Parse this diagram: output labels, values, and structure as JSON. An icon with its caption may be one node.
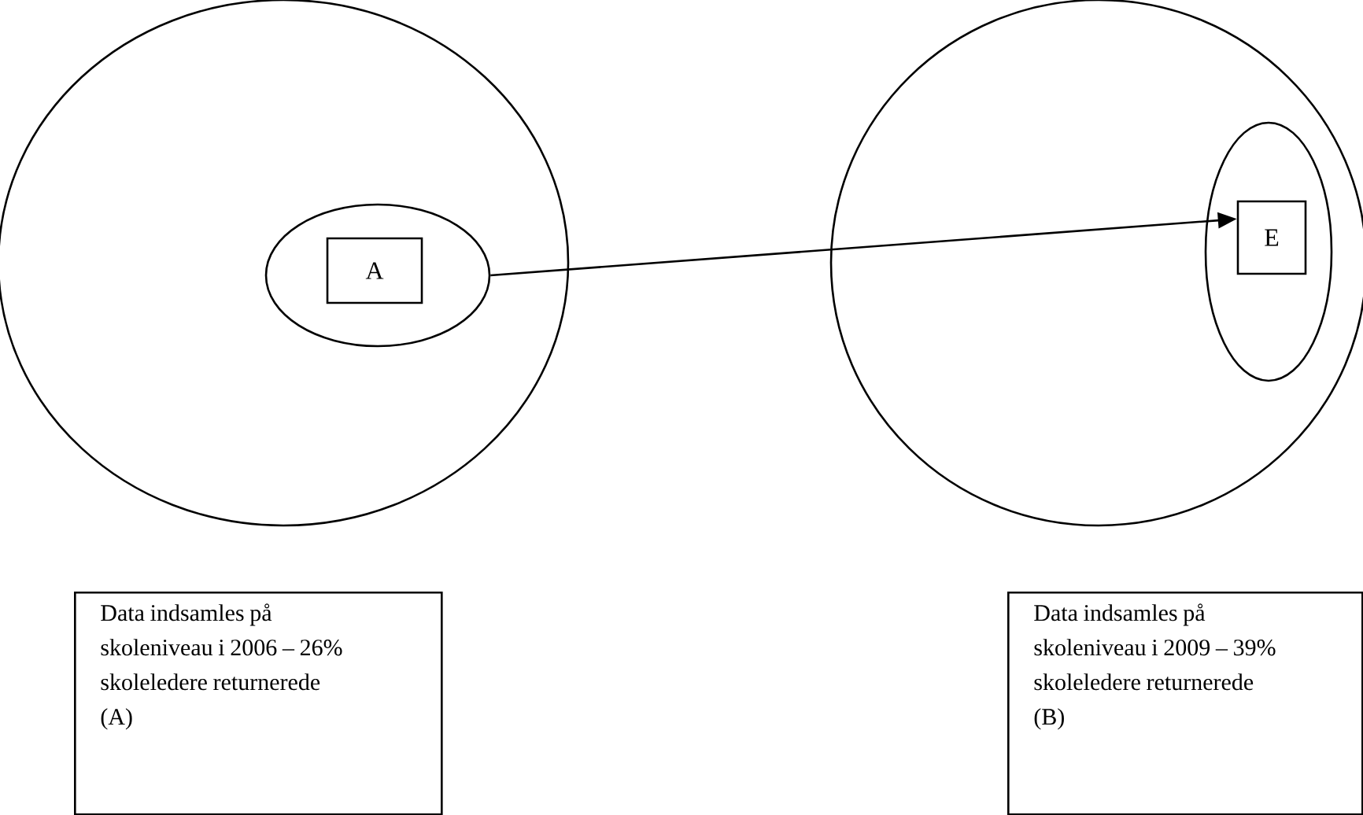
{
  "diagram": {
    "nodes": [
      {
        "text": [],
        "shape": "circle"
      },
      {
        "text": [],
        "shape": "circle",
        "in": 0
      },
      {
        "text": [
          "A"
        ],
        "in": 1
      },
      {
        "text": [],
        "shape": "circle"
      },
      {
        "text": [],
        "shape": "circle",
        "in": 3
      },
      {
        "text": [
          "E"
        ],
        "in": 4
      },
      {
        "text": [
          "Data indsamles på skoleniveau i 2006 – 26% skoleledere returnerede (A)"
        ]
      },
      {
        "text": [
          "Data indsamles på skoleniveau i 2009 – 39% skoleledere returnerede (B)"
        ]
      }
    ],
    "edges": [
      {
        "from": 1,
        "to": 5,
        "arrow": "to"
      }
    ]
  }
}
